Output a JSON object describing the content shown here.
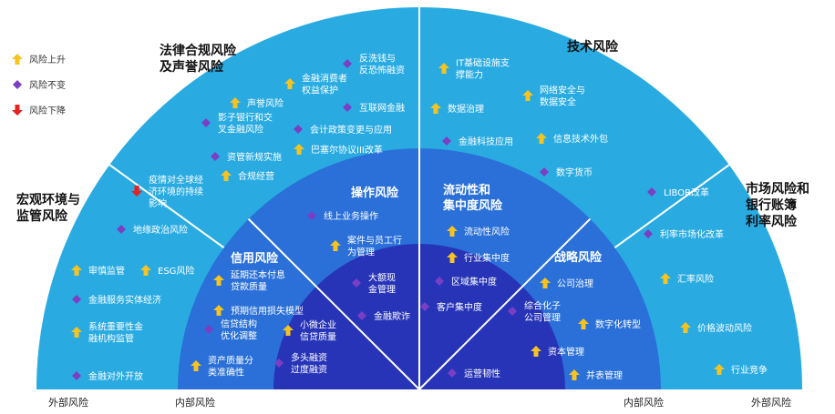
{
  "colors": {
    "outer": "#29abe2",
    "middle": "#2a70d8",
    "inner": "#2734b8",
    "divider": "#ffffff",
    "up": "#f6c321",
    "same": "#7b3fc4",
    "down": "#e32222"
  },
  "legend": [
    {
      "label": "风险上升",
      "status": "up",
      "icon": "arrow-up-icon"
    },
    {
      "label": "风险不变",
      "status": "same",
      "icon": "diamond-icon"
    },
    {
      "label": "风险下降",
      "status": "down",
      "icon": "arrow-down-icon"
    }
  ],
  "base_labels": {
    "left_external": "外部风险",
    "left_internal": "内部风险",
    "right_internal": "内部风险",
    "right_external": "外部风险"
  },
  "outer_categories": [
    {
      "lines": [
        "宏观环境与",
        "监管风险"
      ]
    },
    {
      "lines": [
        "法律合规风险",
        "及声誉风险"
      ]
    },
    {
      "lines": [
        "技术风险"
      ]
    },
    {
      "lines": [
        "市场风险和",
        "银行账簿",
        "利率风险"
      ]
    }
  ],
  "inner_categories": [
    {
      "lines": [
        "信用风险"
      ]
    },
    {
      "lines": [
        "操作风险"
      ]
    },
    {
      "lines": [
        "流动性和",
        "集中度风险"
      ]
    },
    {
      "lines": [
        "战略风险"
      ]
    }
  ],
  "items": [
    {
      "lines": [
        "疫情对全球经",
        "济环境的持续",
        "影响"
      ],
      "status": "down"
    },
    {
      "lines": [
        "地缘政治风险"
      ],
      "status": "same"
    },
    {
      "lines": [
        "审慎监管"
      ],
      "status": "up"
    },
    {
      "lines": [
        "ESG风险"
      ],
      "status": "up"
    },
    {
      "lines": [
        "金融服务实体经济"
      ],
      "status": "same"
    },
    {
      "lines": [
        "系统重要性金",
        "融机构监管"
      ],
      "status": "up"
    },
    {
      "lines": [
        "金融对外开放"
      ],
      "status": "same"
    },
    {
      "lines": [
        "反洗钱与",
        "反恐怖融资"
      ],
      "status": "same"
    },
    {
      "lines": [
        "金融消费者",
        "权益保护"
      ],
      "status": "up"
    },
    {
      "lines": [
        "声誉风险"
      ],
      "status": "up"
    },
    {
      "lines": [
        "互联网金融"
      ],
      "status": "same"
    },
    {
      "lines": [
        "影子银行和交",
        "叉金融风险"
      ],
      "status": "same"
    },
    {
      "lines": [
        "会计政策变更与应用"
      ],
      "status": "same"
    },
    {
      "lines": [
        "资管新规实施"
      ],
      "status": "same"
    },
    {
      "lines": [
        "巴塞尔协议III改革"
      ],
      "status": "up"
    },
    {
      "lines": [
        "合规经营"
      ],
      "status": "up"
    },
    {
      "lines": [
        "IT基础设施支",
        "撑能力"
      ],
      "status": "up"
    },
    {
      "lines": [
        "网络安全与",
        "数据安全"
      ],
      "status": "up"
    },
    {
      "lines": [
        "数据治理"
      ],
      "status": "up"
    },
    {
      "lines": [
        "金融科技应用"
      ],
      "status": "same"
    },
    {
      "lines": [
        "信息技术外包"
      ],
      "status": "up"
    },
    {
      "lines": [
        "数字货币"
      ],
      "status": "same"
    },
    {
      "lines": [
        "LIBOR改革"
      ],
      "status": "same"
    },
    {
      "lines": [
        "利率市场化改革"
      ],
      "status": "same"
    },
    {
      "lines": [
        "汇率风险"
      ],
      "status": "up"
    },
    {
      "lines": [
        "价格波动风险"
      ],
      "status": "up"
    },
    {
      "lines": [
        "行业竞争"
      ],
      "status": "up"
    },
    {
      "lines": [
        "线上业务操作"
      ],
      "status": "same"
    },
    {
      "lines": [
        "案件与员工行",
        "为管理"
      ],
      "status": "up"
    },
    {
      "lines": [
        "大额现",
        "金管理"
      ],
      "status": "same"
    },
    {
      "lines": [
        "金融欺诈"
      ],
      "status": "same"
    },
    {
      "lines": [
        "延期还本付息",
        "贷款质量"
      ],
      "status": "up"
    },
    {
      "lines": [
        "预期信用损失模型"
      ],
      "status": "up"
    },
    {
      "lines": [
        "信贷结构",
        "优化调整"
      ],
      "status": "same"
    },
    {
      "lines": [
        "小微企业",
        "信贷质量"
      ],
      "status": "up"
    },
    {
      "lines": [
        "资产质量分",
        "类准确性"
      ],
      "status": "up"
    },
    {
      "lines": [
        "多头融资",
        "过度融资"
      ],
      "status": "same"
    },
    {
      "lines": [
        "流动性风险"
      ],
      "status": "up"
    },
    {
      "lines": [
        "行业集中度"
      ],
      "status": "up"
    },
    {
      "lines": [
        "区域集中度"
      ],
      "status": "same"
    },
    {
      "lines": [
        "客户集中度"
      ],
      "status": "same"
    },
    {
      "lines": [
        "公司治理"
      ],
      "status": "up"
    },
    {
      "lines": [
        "综合化子",
        "公司管理"
      ],
      "status": "same"
    },
    {
      "lines": [
        "数字化转型"
      ],
      "status": "up"
    },
    {
      "lines": [
        "资本管理"
      ],
      "status": "up"
    },
    {
      "lines": [
        "运营韧性"
      ],
      "status": "same"
    },
    {
      "lines": [
        "并表管理"
      ],
      "status": "up"
    }
  ]
}
